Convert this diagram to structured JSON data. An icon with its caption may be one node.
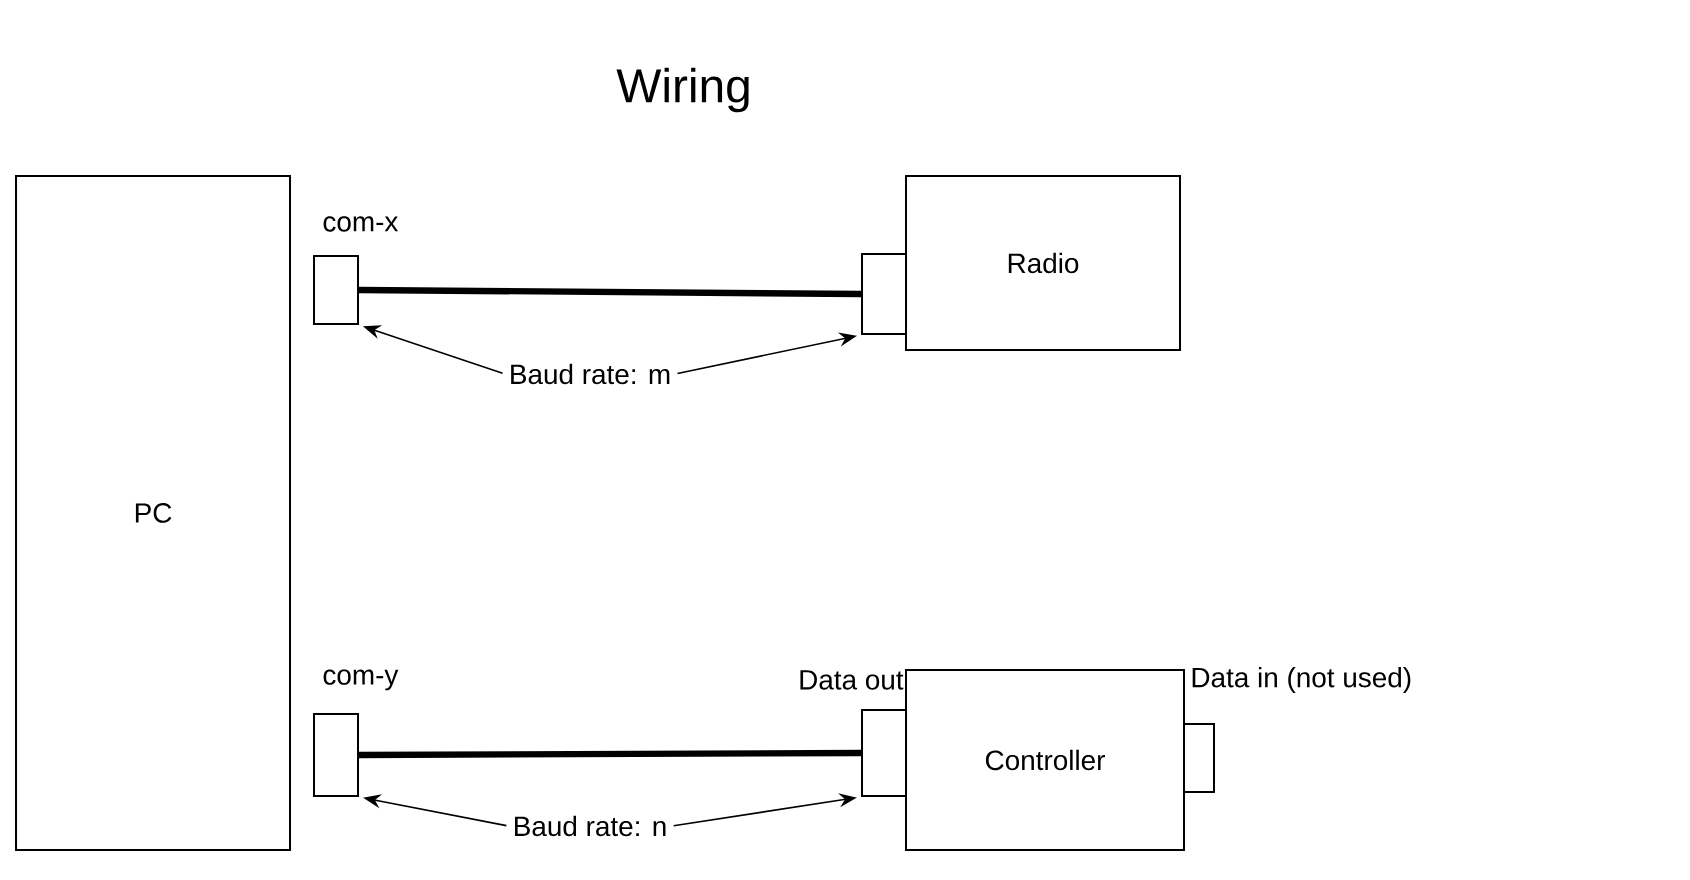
{
  "diagram": {
    "title": "Wiring",
    "nodes": [
      {
        "text": [
          "PC"
        ]
      },
      {
        "text": [],
        "shape": "box",
        "beside": [
          "com-x"
        ]
      },
      {
        "text": [
          "Radio"
        ]
      },
      {
        "text": [],
        "shape": "box"
      },
      {
        "text": [
          "Baud rate: m"
        ]
      },
      {
        "text": [],
        "shape": "box",
        "beside": [
          "com-y"
        ]
      },
      {
        "text": [],
        "shape": "box"
      },
      {
        "text": [
          "Controller"
        ]
      },
      {
        "text": [],
        "shape": "box"
      },
      {
        "text": [
          "Baud rate: n"
        ]
      }
    ],
    "edges": [
      {
        "from": 1,
        "to": 3,
        "arrow": "none",
        "style": "thick"
      },
      {
        "from": 4,
        "to": 1,
        "arrow": "to"
      },
      {
        "from": 4,
        "to": 3,
        "arrow": "to"
      },
      {
        "from": 5,
        "to": 6,
        "arrow": "none",
        "style": "thick"
      },
      {
        "from": 9,
        "to": 5,
        "arrow": "to"
      },
      {
        "from": 9,
        "to": 6,
        "arrow": "to"
      }
    ],
    "labels": [
      "Data out",
      "Data in (not used)"
    ]
  }
}
